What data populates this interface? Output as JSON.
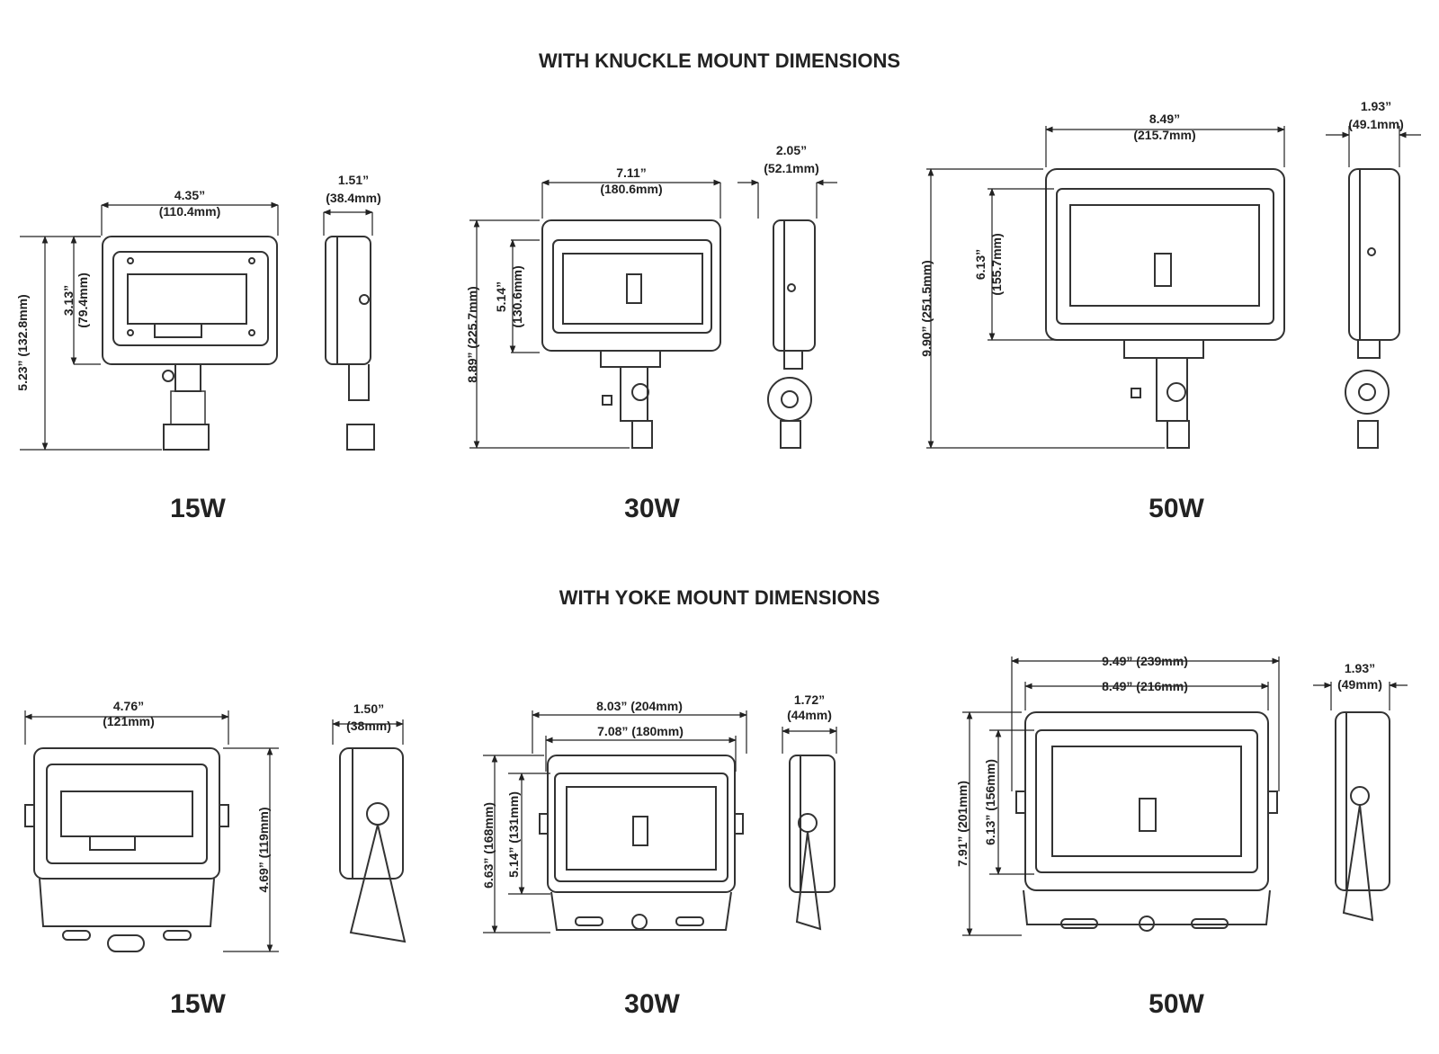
{
  "knuckle": {
    "title": "WITH KNUCKLE MOUNT DIMENSIONS",
    "labels": [
      "15W",
      "30W",
      "50W"
    ],
    "w15": {
      "width_in": "4.35”",
      "width_mm": "(110.4mm)",
      "depth_in": "1.51”",
      "depth_mm": "(38.4mm)",
      "height_in": "3.13”",
      "height_mm": "(79.4mm)",
      "total": "5.23” (132.8mm)"
    },
    "w30": {
      "width_in": "7.11”",
      "width_mm": "(180.6mm)",
      "depth_in": "2.05”",
      "depth_mm": "(52.1mm)",
      "height_in": "5.14”",
      "height_mm": "(130.6mm)",
      "total": "8.89” (225.7mm)"
    },
    "w50": {
      "width_in": "8.49”",
      "width_mm": "(215.7mm)",
      "depth_in": "1.93”",
      "depth_mm": "(49.1mm)",
      "height_in": "6.13”",
      "height_mm": "(155.7mm)",
      "total": "9.90” (251.5mm)"
    }
  },
  "yoke": {
    "title": "WITH YOKE MOUNT DIMENSIONS",
    "labels": [
      "15W",
      "30W",
      "50W"
    ],
    "w15": {
      "width_in": "4.76”",
      "width_mm": "(121mm)",
      "depth_in": "1.50”",
      "depth_mm": "(38mm)",
      "height": "4.69” (119mm)"
    },
    "w30": {
      "outer_width": "8.03” (204mm)",
      "inner_width": "7.08” (180mm)",
      "depth_in": "1.72”",
      "depth_mm": "(44mm)",
      "total": "6.63” (168mm)",
      "height": "5.14” (131mm)"
    },
    "w50": {
      "outer_width": "9.49” (239mm)",
      "inner_width": "8.49” (216mm)",
      "depth_in": "1.93”",
      "depth_mm": "(49mm)",
      "total": "7.91” (201mm)",
      "height": "6.13” (156mm)"
    }
  },
  "colors": {
    "ink": "#222222",
    "line": "#333333",
    "panel": "#f4f4f4"
  }
}
